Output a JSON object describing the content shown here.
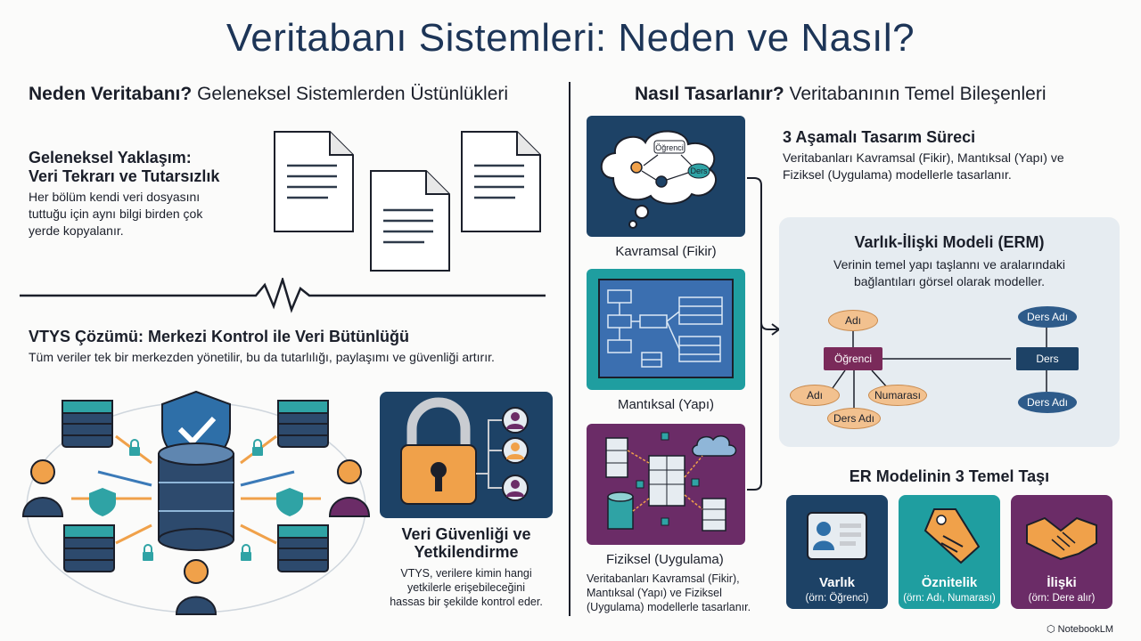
{
  "title": "Veritabanı Sistemleri: Neden ve Nasıl?",
  "left": {
    "heading_bold": "Neden Veritabanı?",
    "heading_rest": "Geleneksel Sistemlerden Üstünlükleri",
    "traditional": {
      "title_line1": "Geleneksel Yaklaşım:",
      "title_line2": "Veri Tekrarı ve Tutarsızlık",
      "text_line1": "Her bölüm kendi veri dosyasını",
      "text_line2": "tuttuğu için aynı bilgi birden çok",
      "text_line3": "yerde kopyalanır."
    },
    "dbms": {
      "title": "VTYS Çözümü: Merkezi Kontrol ile Veri Bütünlüğü",
      "text": "Tüm veriler tek bir merkezden yönetilir, bu da tutarlılığı, paylaşımı ve güvenliği artırır."
    },
    "security": {
      "title_line1": "Veri Güvenliği ve",
      "title_line2": "Yetkilendirme",
      "text_line1": "VTYS, verilere kimin hangi",
      "text_line2": "yetkilerle erişebileceğini",
      "text_line3": "hassas bir şekilde kontrol eder."
    }
  },
  "right": {
    "heading_bold": "Nasıl Tasarlanır?",
    "heading_rest": "Veritabanının Temel Bileşenleri",
    "process": {
      "title": "3 Aşamalı Tasarım Süreci",
      "text_line1": "Veritabanları Kavramsal (Fikir), Mantıksal (Yapı) ve",
      "text_line2": "Fiziksel (Uygulama) modellerle tasarlanır."
    },
    "stages": {
      "conceptual": "Kavramsal (Fikir)",
      "logical": "Mantıksal (Yapı)",
      "physical": "Fiziksel (Uygulama)",
      "bubble_student": "Öğrenci",
      "bubble_course": "Ders",
      "physical_text_line1": "Veritabanları Kavramsal (Fikir),",
      "physical_text_line2": "Mantıksal (Yapı) ve Fiziksel",
      "physical_text_line3": "(Uygulama) modellerle tasarlanır."
    },
    "erm": {
      "title": "Varlık-İlişki Modeli (ERM)",
      "text_line1": "Verinin temel yapı taşlannı ve aralarındaki",
      "text_line2": "bağlantıları görsel olarak modeller.",
      "student": "Öğrenci",
      "course": "Ders",
      "attr_name_top": "Adı",
      "attr_name_left": "Adı",
      "attr_number": "Numarası",
      "attr_course_name_bottom": "Ders Adı",
      "attr_course_name_top": "Ders Adı",
      "attr_course_name_right": "Ders Adı"
    },
    "pillars": {
      "title": "ER Modelinin 3 Temel Taşı",
      "entity": "Varlık",
      "entity_ex": "(örn: Öğrenci)",
      "attribute": "Öznitelik",
      "attribute_ex": "(örn: Adı, Numarası)",
      "relationship": "İlişki",
      "relationship_ex": "(örn: Dere alır)"
    }
  },
  "brand": "NotebookLM",
  "colors": {
    "navy": "#1d4266",
    "teal": "#1f9ea0",
    "plum": "#6b2c67",
    "orange": "#f0a14a",
    "panel": "#e6ecf1",
    "title": "#1d3557"
  }
}
